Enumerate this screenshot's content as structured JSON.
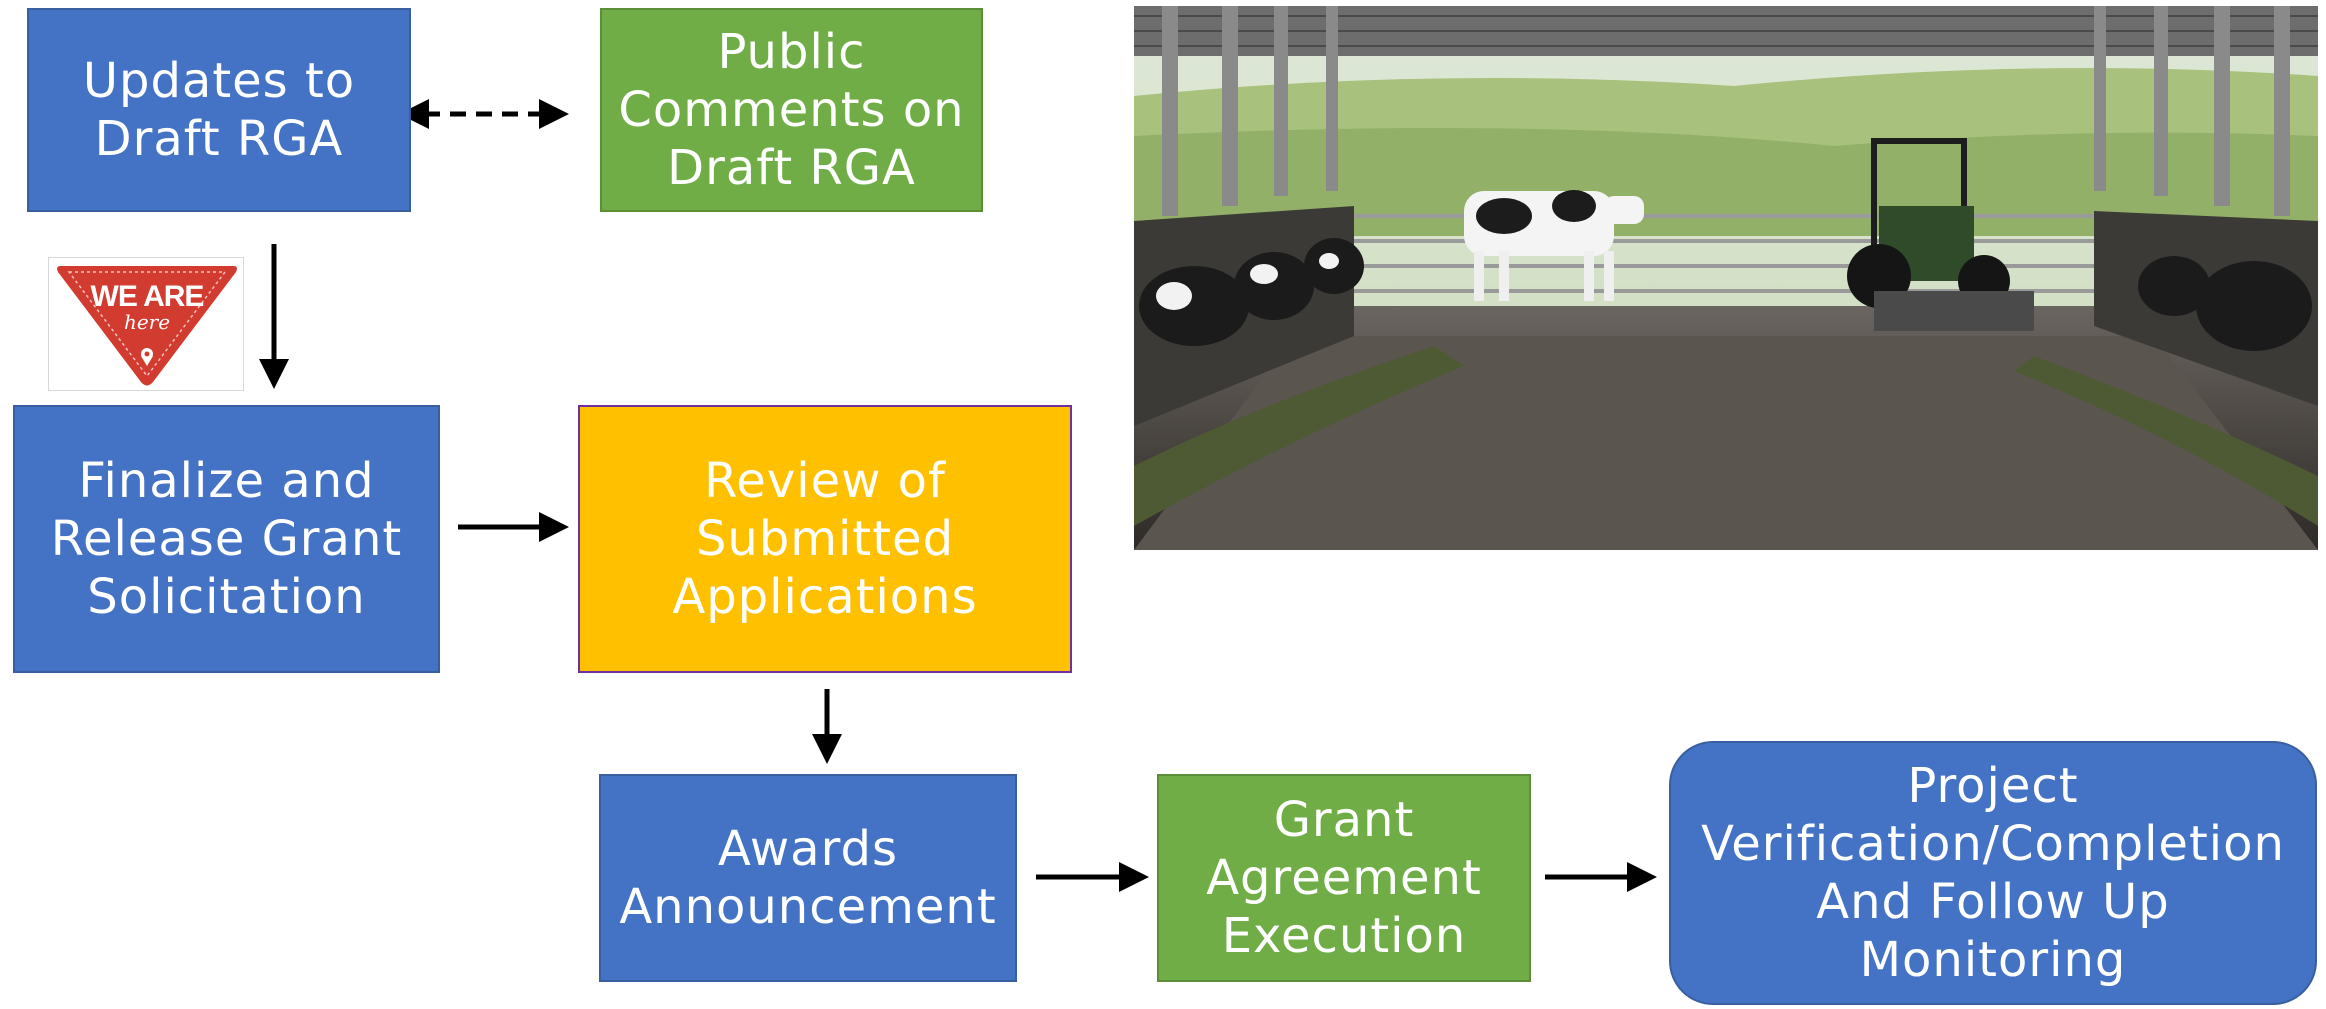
{
  "nodes": {
    "updates": "Updates to\nDraft RGA",
    "public_comments": "Public\nComments on\nDraft RGA",
    "finalize": "Finalize and\nRelease Grant\nSolicitation",
    "review": "Review of\nSubmitted\nApplications",
    "awards": "Awards\nAnnouncement",
    "grant_agreement": "Grant\nAgreement\nExecution",
    "verification": "Project\nVerification/Completion\nAnd Follow Up\nMonitoring"
  },
  "badge": {
    "line1": "WE ARE",
    "line2": "here"
  },
  "colors": {
    "blue": "#4472C4",
    "green": "#70AD47",
    "yellow": "#FFC000",
    "badge_red": "#D23B2F"
  },
  "photo": {
    "icon": "dairy-barn-photo"
  }
}
